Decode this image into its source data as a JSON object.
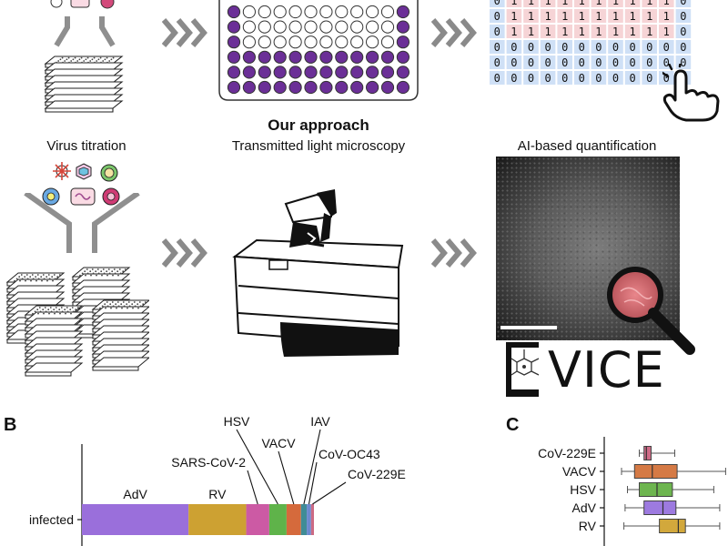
{
  "top_section": {
    "approach_title": "Our approach",
    "virus_titration_label": "Virus titration",
    "microscopy_label": "Transmitted light microscopy",
    "ai_label": "AI-based quantification",
    "binary_grid": [
      [
        "0",
        "1",
        "1",
        "1",
        "1",
        "1",
        "1",
        "1",
        "1",
        "1",
        "1",
        "0"
      ],
      [
        "0",
        "1",
        "1",
        "1",
        "1",
        "1",
        "1",
        "1",
        "1",
        "1",
        "1",
        "0"
      ],
      [
        "0",
        "1",
        "1",
        "1",
        "1",
        "1",
        "1",
        "1",
        "1",
        "1",
        "1",
        "0"
      ],
      [
        "0",
        "0",
        "0",
        "0",
        "0",
        "0",
        "0",
        "0",
        "0",
        "0",
        "0",
        "0"
      ],
      [
        "0",
        "0",
        "0",
        "0",
        "0",
        "0",
        "0",
        "0",
        "0",
        "0",
        "0",
        "0"
      ],
      [
        "0",
        "0",
        "0",
        "0",
        "0",
        "0",
        "0",
        "0",
        "0",
        "0",
        "0",
        "0"
      ]
    ],
    "plate_fill_pattern": [
      [
        1,
        0,
        0,
        0,
        0,
        0,
        0,
        0,
        0,
        0,
        0,
        1
      ],
      [
        1,
        0,
        0,
        0,
        0,
        0,
        0,
        0,
        0,
        0,
        0,
        1
      ],
      [
        1,
        0,
        0,
        0,
        0,
        0,
        0,
        0,
        0,
        0,
        0,
        1
      ],
      [
        1,
        1,
        1,
        1,
        1,
        1,
        1,
        1,
        1,
        1,
        1,
        1
      ],
      [
        1,
        1,
        1,
        1,
        1,
        1,
        1,
        1,
        1,
        1,
        1,
        1
      ],
      [
        1,
        1,
        1,
        1,
        1,
        1,
        1,
        1,
        1,
        1,
        1,
        1
      ]
    ],
    "logo_text": "VICE",
    "colors": {
      "well_fill": "#6b2f97",
      "grid_one_bg": "#f6d4d6",
      "grid_zero_bg": "#cfe0f6",
      "arrow": "#8a8a8a",
      "lens_tint": "#d9686f"
    }
  },
  "panel_b": {
    "letter": "B",
    "row_label": "infected",
    "segments": [
      {
        "name": "AdV",
        "value": 37,
        "color": "#9a6fdb"
      },
      {
        "name": "RV",
        "value": 20,
        "color": "#cda132"
      },
      {
        "name": "SARS-CoV-2",
        "value": 8,
        "color": "#cc5aa4"
      },
      {
        "name": "HSV",
        "value": 6,
        "color": "#5fb34a"
      },
      {
        "name": "VACV",
        "value": 5,
        "color": "#d56a3c"
      },
      {
        "name": "IAV",
        "value": 2,
        "color": "#3f8c96"
      },
      {
        "name": "CoV-OC43",
        "value": 1.5,
        "color": "#6d8acf"
      },
      {
        "name": "CoV-229E",
        "value": 1,
        "color": "#cc6a84"
      }
    ]
  },
  "panel_c": {
    "letter": "C",
    "boxes": [
      {
        "name": "CoV-229E",
        "color": "#cf6b87",
        "whisker_low": 0.25,
        "q1": 0.29,
        "median": 0.31,
        "q3": 0.35,
        "whisker_high": 0.55
      },
      {
        "name": "VACV",
        "color": "#d57a45",
        "whisker_low": 0.1,
        "q1": 0.21,
        "median": 0.36,
        "q3": 0.57,
        "whisker_high": 0.98
      },
      {
        "name": "HSV",
        "color": "#6db54f",
        "whisker_low": 0.15,
        "q1": 0.25,
        "median": 0.4,
        "q3": 0.53,
        "whisker_high": 0.88
      },
      {
        "name": "AdV",
        "color": "#9d7ae0",
        "whisker_low": 0.13,
        "q1": 0.29,
        "median": 0.45,
        "q3": 0.56,
        "whisker_high": 0.93
      },
      {
        "name": "RV",
        "color": "#d2a83c",
        "whisker_low": 0.12,
        "q1": 0.42,
        "median": 0.58,
        "q3": 0.64,
        "whisker_high": 0.93
      }
    ]
  }
}
